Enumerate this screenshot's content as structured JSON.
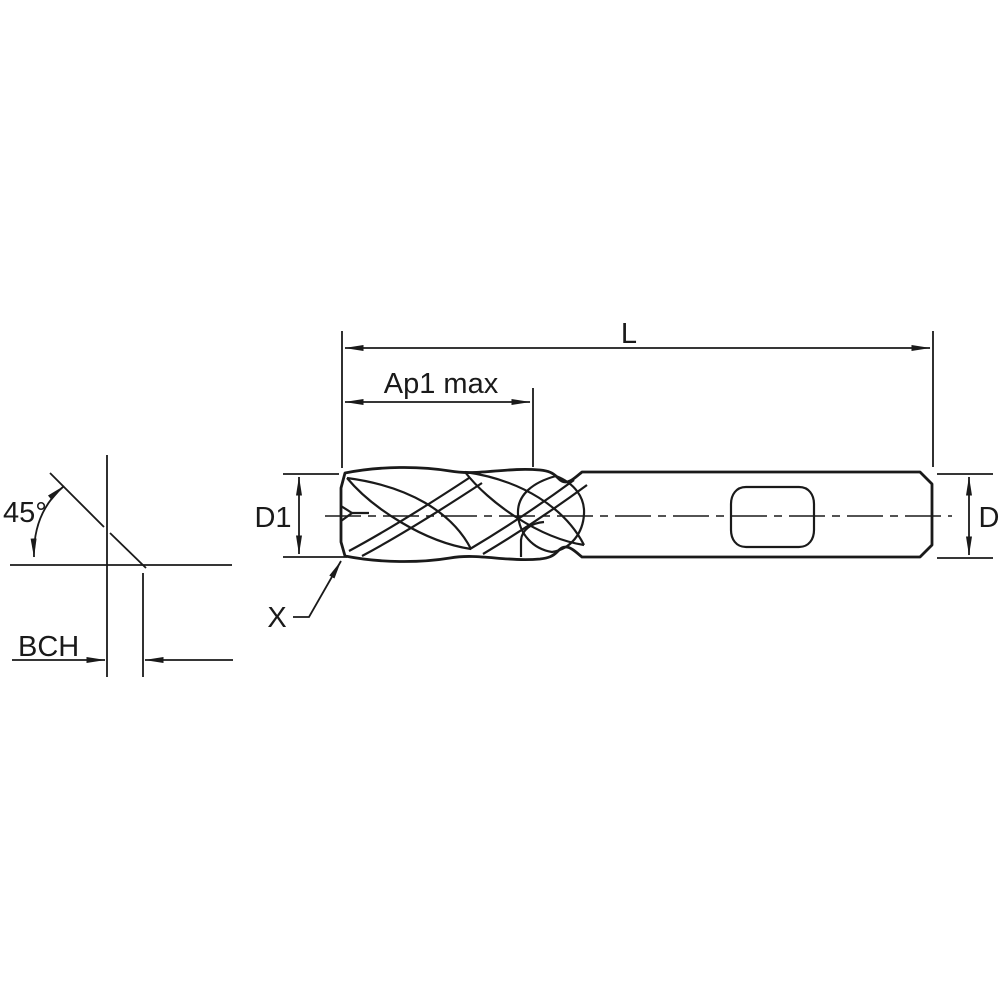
{
  "colors": {
    "background": "#ffffff",
    "tool_fill": "#d9d9d9",
    "line": "#1a1a1a"
  },
  "diagram": {
    "labels": {
      "overall_length": "L",
      "max_depth_of_cut": "Ap1 max",
      "cutting_diameter": "D1",
      "shank_diameter": "D",
      "corner_chamfer": "X",
      "chamfer_angle": "45°",
      "chamfer_width": "BCH"
    }
  }
}
